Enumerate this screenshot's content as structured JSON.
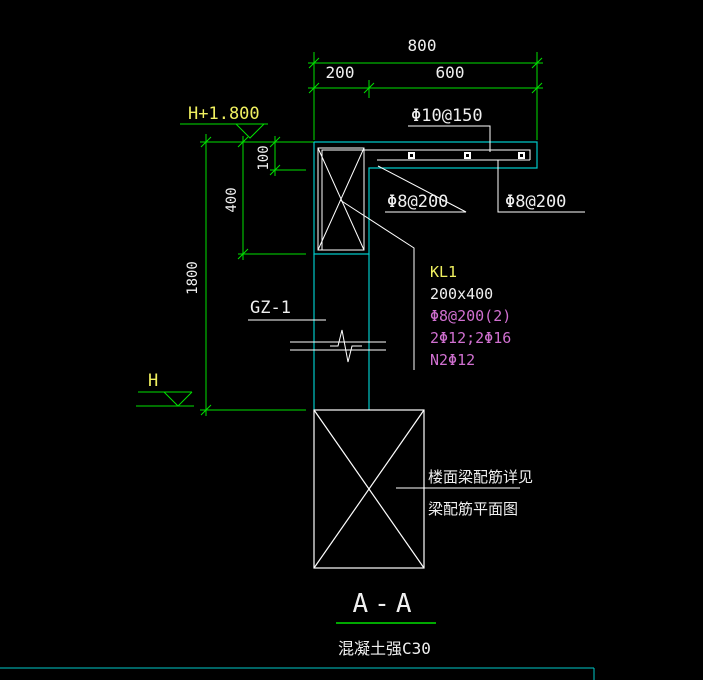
{
  "drawing": {
    "colors": {
      "background": "#000000",
      "dimension": "#00e000",
      "outline": "#00c8c8",
      "rebar_text": "#f0f0f0",
      "beam_name": "#f0f060",
      "beam_spec": "#d070d0",
      "linework": "#ffffff"
    },
    "dimensions": {
      "total_width": "800",
      "left_width": "200",
      "right_width": "600",
      "height_100": "100",
      "height_400": "400",
      "height_1800": "1800"
    },
    "levels": {
      "top": "H+1.800",
      "bottom": "H"
    },
    "rebar": {
      "slab_top": "Φ10@150",
      "slab_left": "Φ8@200",
      "slab_right": "Φ8@200"
    },
    "beam": {
      "name": "KL1",
      "size": "200x400",
      "stirrup": "Φ8@200(2)",
      "longitudinal": "2Φ12;2Φ16",
      "side": "N2Φ12"
    },
    "column": {
      "name": "GZ-1"
    },
    "notes": {
      "line1": "楼面梁配筋详见",
      "line2": "梁配筋平面图"
    },
    "section": {
      "title": "A-A",
      "material": "混凝土强C30"
    }
  }
}
